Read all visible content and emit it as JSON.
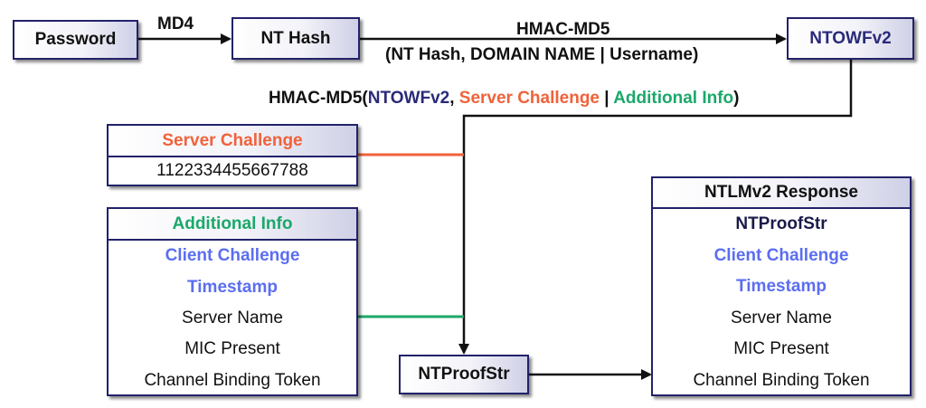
{
  "colors": {
    "border": "#22226a",
    "navy": "#2a2a7a",
    "orange": "#f0623a",
    "green": "#1ba86a",
    "blue": "#5b6ef0",
    "dark": "#1a1a4a"
  },
  "nodes": {
    "password": "Password",
    "nt_hash": "NT Hash",
    "ntowfv2": "NTOWFv2",
    "ntproofstr": "NTProofStr"
  },
  "edges": {
    "md4": "MD4",
    "hmac1_line1": "HMAC-MD5",
    "hmac1_line2": "(NT Hash, DOMAIN NAME | Username)",
    "hmac2": {
      "prefix": "HMAC-MD5(",
      "ntowfv2": "NTOWFv2",
      "comma": ", ",
      "server_challenge": "Server Challenge",
      "sep": " | ",
      "additional_info": "Additional Info",
      "suffix": ")"
    }
  },
  "server_challenge": {
    "title": "Server Challenge",
    "value": "1122334455667788"
  },
  "additional_info": {
    "title": "Additional Info",
    "rows": [
      "Client Challenge",
      "Timestamp",
      "Server Name",
      "MIC Present",
      "Channel Binding Token"
    ]
  },
  "ntlmv2_response": {
    "title": "NTLMv2 Response",
    "rows": [
      "NTProofStr",
      "Client Challenge",
      "Timestamp",
      "Server Name",
      "MIC Present",
      "Channel Binding Token"
    ]
  }
}
